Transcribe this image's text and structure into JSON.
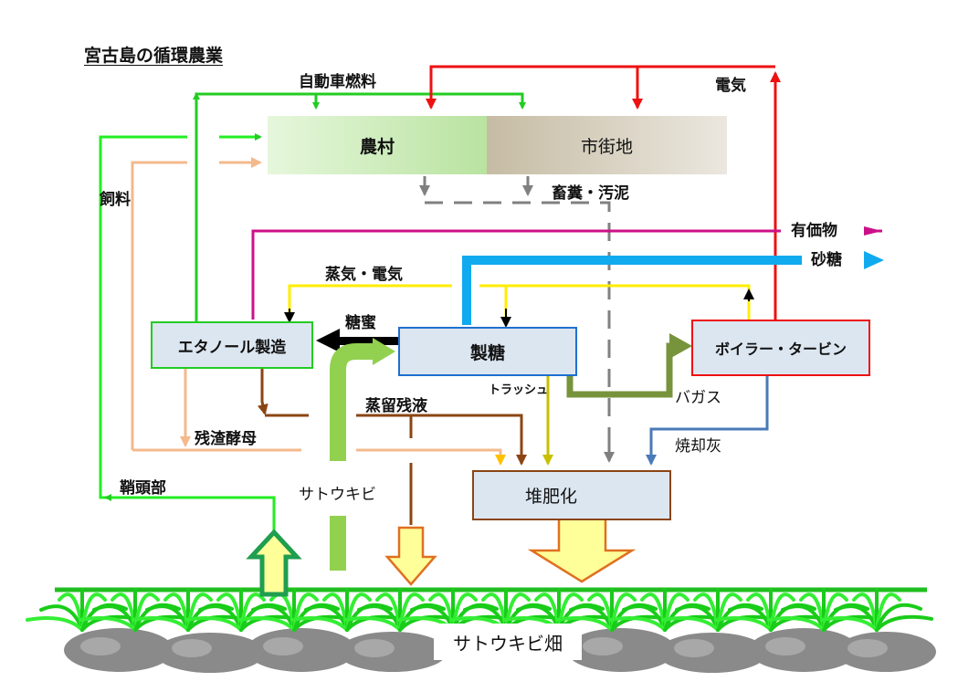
{
  "title": "宮古島の循環農業",
  "nodes": {
    "rural": "農村",
    "urban": "市街地",
    "ethanol": "エタノール製造",
    "sugar_mill": "製糖",
    "boiler": "ボイラー・タービン",
    "compost": "堆肥化",
    "field": "サトウキビ畑"
  },
  "flows": {
    "auto_fuel": "自動車燃料",
    "electricity": "電気",
    "feed": "飼料",
    "manure_sludge": "畜糞・汚泥",
    "valuables": "有価物",
    "sugar": "砂糖",
    "steam_electricity": "蒸気・電気",
    "molasses": "糖蜜",
    "trash": "トラッシュ",
    "bagasse": "バガス",
    "distillation_residue": "蒸留残液",
    "residue_yeast": "残渣酵母",
    "incineration_ash": "焼却灰",
    "cane_tops": "鞘頭部",
    "sugarcane": "サトウキビ"
  },
  "colors": {
    "green": "#22cc22",
    "red": "#ee1111",
    "peach": "#f4b98c",
    "gray": "#808080",
    "magenta": "#cc1188",
    "blue": "#11aaee",
    "yellow": "#ffee00",
    "brown": "#8b4513",
    "olive": "#77943c",
    "lightgreen": "#92d050",
    "steel": "#4a7ab8",
    "mustard": "#c8c000",
    "orange": "#ffc000"
  }
}
